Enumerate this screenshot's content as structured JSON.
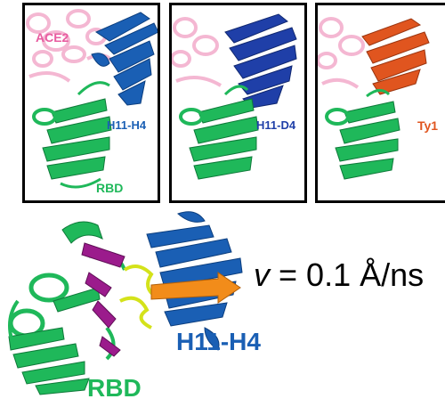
{
  "panels": [
    {
      "id": "h11h4",
      "ace2_label": "ACE2",
      "nanobody_label": "H11-H4",
      "rbd_label": "RBD",
      "nanobody_color": "#1a5fb4"
    },
    {
      "id": "h11d4",
      "nanobody_label": "H11-D4",
      "nanobody_color": "#1f3fa8"
    },
    {
      "id": "ty1",
      "nanobody_label": "Ty1",
      "nanobody_color": "#e0551f"
    }
  ],
  "main": {
    "velocity_symbol": "v",
    "velocity_value": "= 0.1 Å/ns",
    "nanobody_label": "H11-H4",
    "rbd_label": "RBD"
  },
  "colors": {
    "ace2": "#f2a6c8",
    "rbd": "#1fb85a",
    "h11h4": "#1a5fb4",
    "h11d4": "#1f3fa8",
    "ty1": "#e0551f",
    "linker": "#d4e21a",
    "contact": "#9b1b8c",
    "force_arrow": "#f28c1a"
  }
}
